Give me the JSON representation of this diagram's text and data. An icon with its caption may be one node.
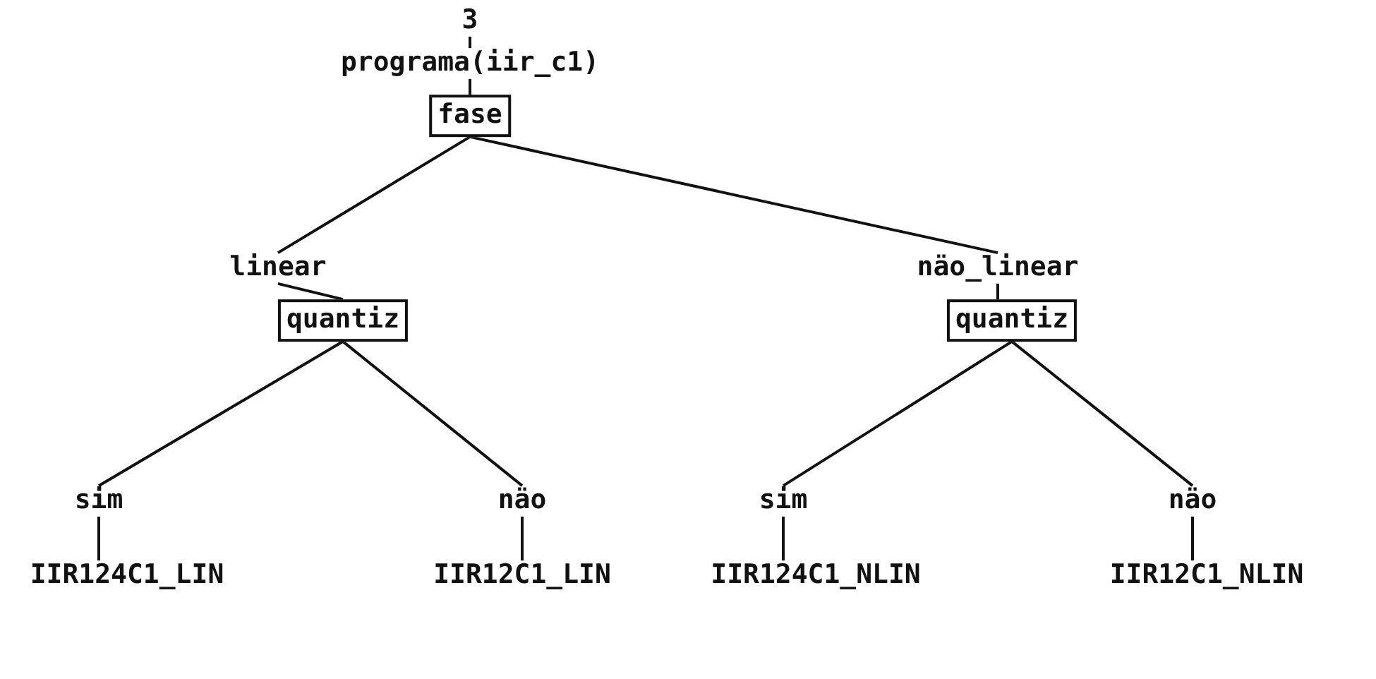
{
  "diagram": {
    "nodes": [
      {
        "text": [
          "3"
        ]
      },
      {
        "text": [
          "programa(iir_c1)"
        ]
      },
      {
        "text": [
          "fase"
        ]
      },
      {
        "text": [
          "linear"
        ]
      },
      {
        "text": [
          "näo_linear"
        ]
      },
      {
        "text": [
          "quantiz"
        ]
      },
      {
        "text": [
          "quantiz"
        ]
      },
      {
        "text": [
          "sim"
        ]
      },
      {
        "text": [
          "näo"
        ]
      },
      {
        "text": [
          "sim"
        ]
      },
      {
        "text": [
          "näo"
        ]
      },
      {
        "text": [
          "IIR124C1_LIN"
        ]
      },
      {
        "text": [
          "IIR12C1_LIN"
        ]
      },
      {
        "text": [
          "IIR124C1_NLIN"
        ]
      },
      {
        "text": [
          "IIR12C1_NLIN"
        ]
      }
    ],
    "edges": [
      {
        "from": 0,
        "to": 1,
        "arrow": "none"
      },
      {
        "from": 1,
        "to": 2,
        "arrow": "none"
      },
      {
        "from": 2,
        "to": 3,
        "arrow": "none"
      },
      {
        "from": 2,
        "to": 4,
        "arrow": "none"
      },
      {
        "from": 3,
        "to": 5,
        "arrow": "none"
      },
      {
        "from": 4,
        "to": 6,
        "arrow": "none"
      },
      {
        "from": 5,
        "to": 7,
        "arrow": "none"
      },
      {
        "from": 5,
        "to": 8,
        "arrow": "none"
      },
      {
        "from": 6,
        "to": 9,
        "arrow": "none"
      },
      {
        "from": 6,
        "to": 10,
        "arrow": "none"
      },
      {
        "from": 7,
        "to": 11,
        "arrow": "none"
      },
      {
        "from": 8,
        "to": 12,
        "arrow": "none"
      },
      {
        "from": 9,
        "to": 13,
        "arrow": "none"
      },
      {
        "from": 10,
        "to": 14,
        "arrow": "none"
      }
    ]
  }
}
